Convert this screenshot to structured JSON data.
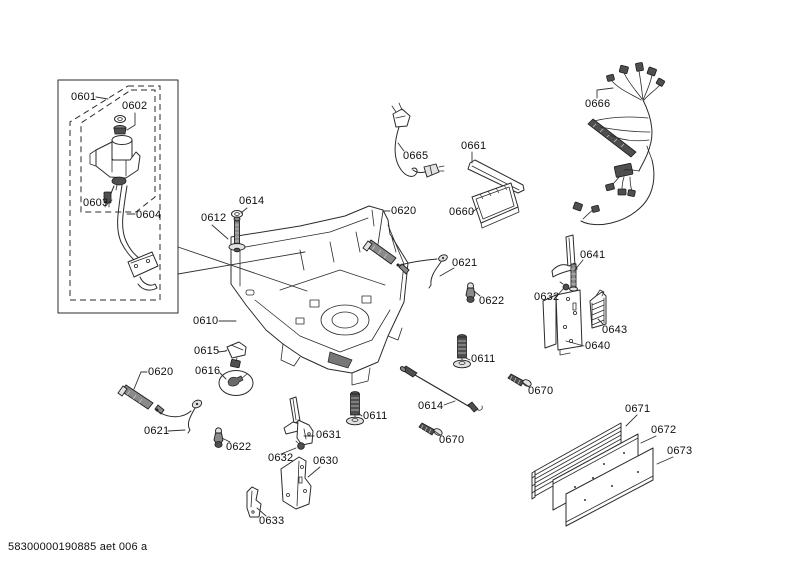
{
  "document": {
    "kind": "exploded-parts-diagram",
    "footer_code": "58300000190885 aet 006 a"
  },
  "colors": {
    "background": "#ffffff",
    "line_art": "#2b2b2b",
    "label_text": "#0e0e0e"
  },
  "labels": [
    {
      "text": "0601"
    },
    {
      "text": "0602"
    },
    {
      "text": "0603"
    },
    {
      "text": "0604"
    },
    {
      "text": "0612"
    },
    {
      "text": "0614"
    },
    {
      "text": "0620"
    },
    {
      "text": "0665"
    },
    {
      "text": "0661"
    },
    {
      "text": "0660"
    },
    {
      "text": "0666"
    },
    {
      "text": "0621"
    },
    {
      "text": "0622"
    },
    {
      "text": "0641"
    },
    {
      "text": "0632"
    },
    {
      "text": "0643"
    },
    {
      "text": "0640"
    },
    {
      "text": "0610"
    },
    {
      "text": "0615"
    },
    {
      "text": "0616"
    },
    {
      "text": "0620"
    },
    {
      "text": "0621"
    },
    {
      "text": "0622"
    },
    {
      "text": "0611"
    },
    {
      "text": "0670"
    },
    {
      "text": "0614"
    },
    {
      "text": "0611"
    },
    {
      "text": "0631"
    },
    {
      "text": "0670"
    },
    {
      "text": "0632"
    },
    {
      "text": "0630"
    },
    {
      "text": "0633"
    },
    {
      "text": "0671"
    },
    {
      "text": "0672"
    },
    {
      "text": "0673"
    }
  ]
}
